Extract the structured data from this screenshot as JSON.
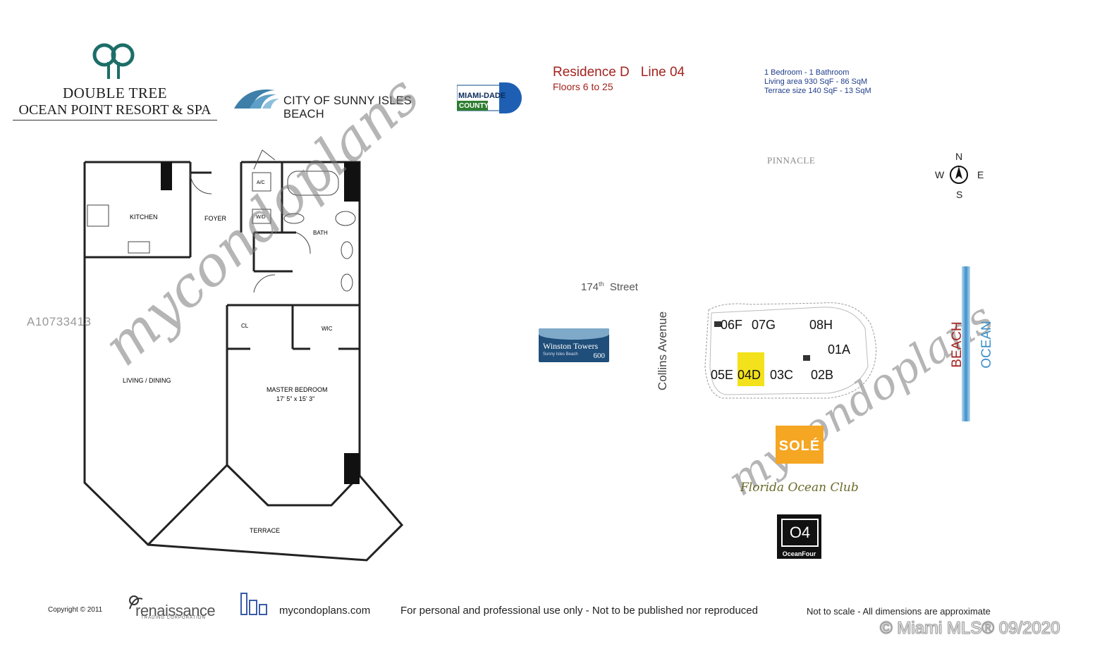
{
  "branding": {
    "resort_line1": "DOUBLE TREE",
    "resort_line2": "OCEAN POINT RESORT & SPA",
    "city": "CITY OF SUNNY ISLES BEACH",
    "county_top": "MIAMI-DADE",
    "county_bottom": "COUNTY"
  },
  "residence": {
    "name": "Residence D",
    "line": "Line 04",
    "floors": "Floors 6 to 25"
  },
  "specs": [
    "1 Bedroom - 1 Bathroom",
    "Living area  930 SqF  - 86 SqM",
    "Terrace size 140 SqF  - 13 SqM"
  ],
  "floorplan": {
    "rooms": {
      "kitchen": "KITCHEN",
      "foyer": "FOYER",
      "ac": "A/C",
      "wd": "W/D",
      "bath": "BATH",
      "cl": "CL",
      "wic": "WIC",
      "living": "LIVING / DINING",
      "master": "MASTER BEDROOM",
      "master_dims": "17' 5\" x 15' 3\"",
      "terrace": "TERRACE"
    }
  },
  "site": {
    "street_num": "174",
    "street_sup": "th",
    "street_name": "Street",
    "avenue": "Collins Avenue",
    "pinnacle": "PINNACLE",
    "compass": {
      "n": "N",
      "s": "S",
      "e": "E",
      "w": "W"
    },
    "units": [
      "06F",
      "07G",
      "08H",
      "01A",
      "05E",
      "04D",
      "03C",
      "02B"
    ],
    "highlight_unit": "04D",
    "highlight_color": "#f3e21b",
    "beach": "BEACH",
    "ocean": "OCEAN",
    "winston_name": "Winston Towers",
    "winston_sub": "Sunny Isles Beach",
    "winston_num": "600",
    "sole": "SOLÉ",
    "florida_ocean_club": "Florida Ocean Club",
    "oceanfour": "OceanFour",
    "oceanfour_mark": "O4"
  },
  "watermark": {
    "text": "mycondoplans",
    "mls_id": "A10733413"
  },
  "footer": {
    "copyright": "Copyright  ©  2011",
    "renaissance": "renaissance",
    "renaissance_sub": "TRADING CORPORATION",
    "site": "mycondoplans.com",
    "notice": "For personal and professional use only - Not to be published nor reproduced",
    "scale": "Not to scale - All dimensions are approximate",
    "mls": "© Miami MLS® 09/2020"
  },
  "colors": {
    "accent_red": "#a3231f",
    "spec_blue": "#1f3d8a",
    "ocean_blue": "#3d8fc9"
  }
}
